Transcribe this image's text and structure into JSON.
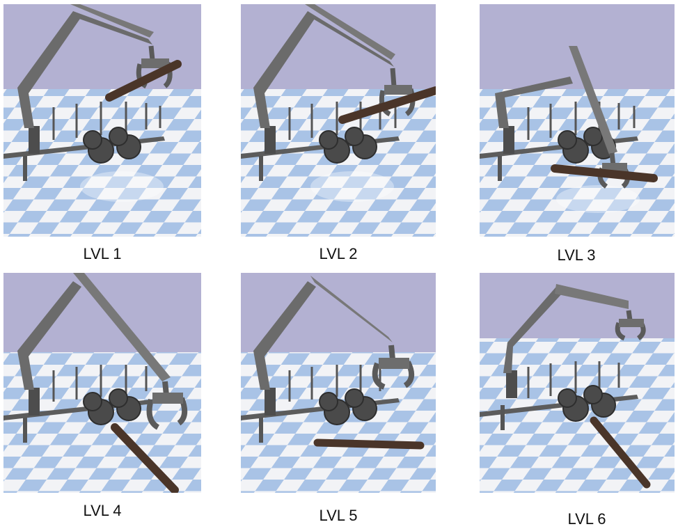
{
  "colors": {
    "sky": "#b3b1d2",
    "floor_light": "#f2f3f6",
    "floor_blue": "#a9c3e6",
    "crane": "#6b6b6b",
    "crane_dark": "#3e3e3e",
    "log": "#4a3529",
    "log_end": "#6b4f3a"
  },
  "figure": {
    "panels": [
      {
        "label": "LVL 1",
        "scene": "log held in grapple above trailer"
      },
      {
        "label": "LVL 2",
        "scene": "log held in grapple over trailer bunks"
      },
      {
        "label": "LVL 3",
        "scene": "boom lowered, log gripped near ground"
      },
      {
        "label": "LVL 4",
        "scene": "log on ground, grapple open above it"
      },
      {
        "label": "LVL 5",
        "scene": "log lying on ground behind trailer"
      },
      {
        "label": "LVL 6",
        "scene": "grapple raised away, log on ground"
      }
    ]
  }
}
